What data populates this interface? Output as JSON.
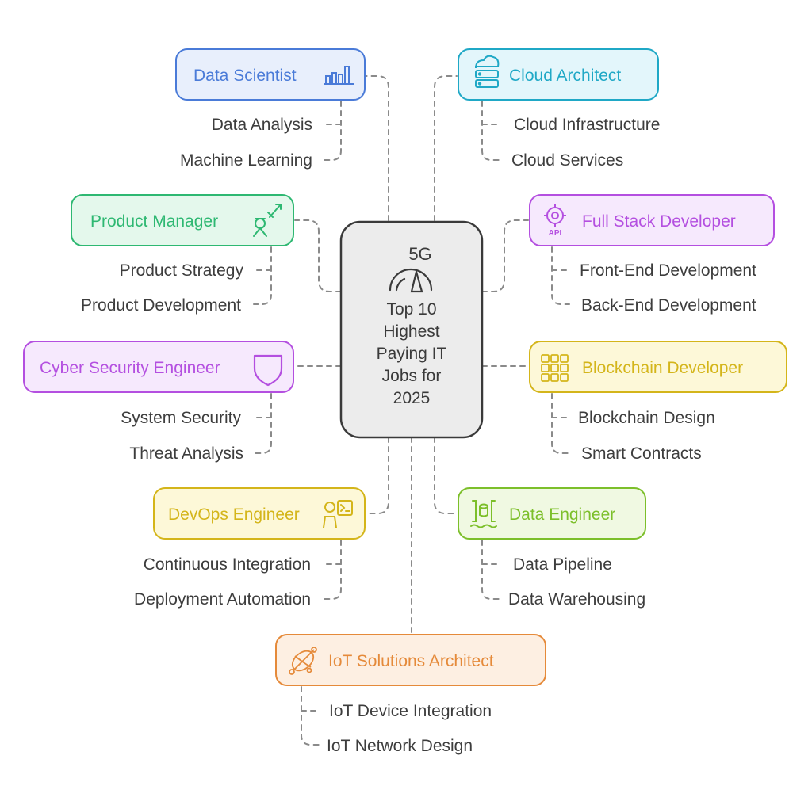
{
  "center": {
    "badge": "5G",
    "title_lines": [
      "Top 10",
      "Highest",
      "Paying IT",
      "Jobs for",
      "2025"
    ]
  },
  "nodes": [
    {
      "id": "data-scientist",
      "label": "Data Scientist",
      "color": "#4a7bd8",
      "fill": "#e8effc",
      "icon": "bar-chart-icon",
      "subs": [
        "Data Analysis",
        "Machine Learning"
      ]
    },
    {
      "id": "cloud-architect",
      "label": "Cloud Architect",
      "color": "#1fa8c6",
      "fill": "#e3f6fb",
      "icon": "cloud-server-icon",
      "subs": [
        "Cloud Infrastructure",
        "Cloud Services"
      ]
    },
    {
      "id": "product-manager",
      "label": "Product Manager",
      "color": "#2eb872",
      "fill": "#e4f8ec",
      "icon": "person-rocket-icon",
      "subs": [
        "Product Strategy",
        "Product Development"
      ]
    },
    {
      "id": "full-stack-developer",
      "label": "Full Stack Developer",
      "color": "#b44fe0",
      "fill": "#f6e9fd",
      "icon": "gear-api-icon",
      "subs": [
        "Front-End Development",
        "Back-End Development"
      ]
    },
    {
      "id": "cyber-security-engineer",
      "label": "Cyber Security Engineer",
      "color": "#b44fe0",
      "fill": "#f6e9fd",
      "icon": "shield-icon",
      "subs": [
        "System Security",
        "Threat Analysis"
      ]
    },
    {
      "id": "blockchain-developer",
      "label": "Blockchain Developer",
      "color": "#d4b51a",
      "fill": "#fdf8d8",
      "icon": "blockchain-grid-icon",
      "subs": [
        "Blockchain Design",
        "Smart Contracts"
      ]
    },
    {
      "id": "devops-engineer",
      "label": "DevOps Engineer",
      "color": "#d4b51a",
      "fill": "#fdf8d8",
      "icon": "engineer-terminal-icon",
      "subs": [
        "Continuous Integration",
        "Deployment Automation"
      ]
    },
    {
      "id": "data-engineer",
      "label": "Data Engineer",
      "color": "#7cbf2a",
      "fill": "#f0f9e2",
      "icon": "data-stream-icon",
      "subs": [
        "Data Pipeline",
        "Data Warehousing"
      ]
    },
    {
      "id": "iot-solutions-architect",
      "label": "IoT Solutions Architect",
      "color": "#e58a3a",
      "fill": "#fdefe2",
      "icon": "network-globe-icon",
      "subs": [
        "IoT Device Integration",
        "IoT Network Design"
      ]
    }
  ]
}
